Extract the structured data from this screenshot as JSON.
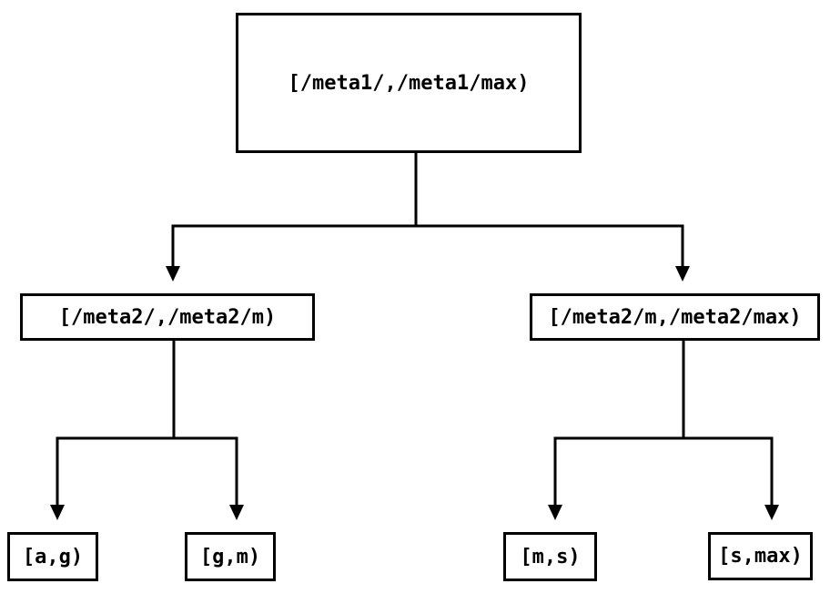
{
  "diagram": {
    "type": "interval-partition-tree",
    "background_color": "#ffffff",
    "line_color": "#000000",
    "text_color": "#000000",
    "nodes": {
      "root": {
        "label": "[/meta1/,/meta1/max)"
      },
      "left": {
        "label": "[/meta2/,/meta2/m)"
      },
      "right": {
        "label": "[/meta2/m,/meta2/max)"
      },
      "leaf_ag": {
        "label": "[a,g)"
      },
      "leaf_gm": {
        "label": "[g,m)"
      },
      "leaf_ms": {
        "label": "[m,s)"
      },
      "leaf_smax": {
        "label": "[s,max)"
      }
    },
    "edges": [
      {
        "from": "root",
        "to": "left"
      },
      {
        "from": "root",
        "to": "right"
      },
      {
        "from": "left",
        "to": "leaf_ag"
      },
      {
        "from": "left",
        "to": "leaf_gm"
      },
      {
        "from": "right",
        "to": "leaf_ms"
      },
      {
        "from": "right",
        "to": "leaf_smax"
      }
    ]
  }
}
